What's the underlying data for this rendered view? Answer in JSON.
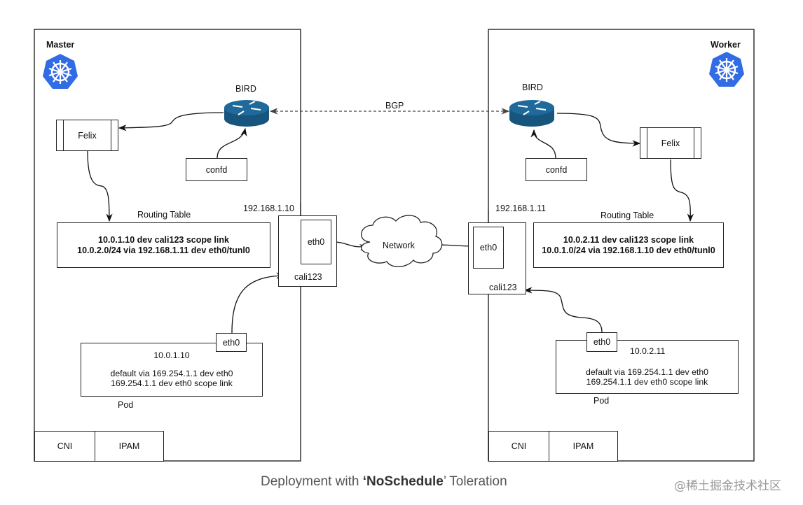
{
  "caption": {
    "prefix": "Deployment with ",
    "quote_open": "‘",
    "emphasis": "NoSchedule",
    "quote_close": "’",
    "suffix": " Toleration"
  },
  "watermark": "@稀土掘金技术社区",
  "colors": {
    "kubernetes_blue": "#326ce5",
    "router_blue": "#1a5f8f",
    "line": "#222222",
    "caption_text": "#555555"
  },
  "link_label": "BGP",
  "network_label": "Network",
  "master": {
    "title": "Master",
    "icon": "kubernetes-helm-icon",
    "bird_label": "BIRD",
    "felix_label": "Felix",
    "confd_label": "confd",
    "routing_table_title": "Routing Table",
    "routing_table_lines": [
      "10.0.1.10 dev cali123 scope link",
      "10.0.2.0/24 via 192.168.1.11 dev eth0/tunl0"
    ],
    "host_ip": "192.168.1.10",
    "nic_eth0": "eth0",
    "nic_cali": "cali123",
    "pod": {
      "icon": "pod-cube-icon",
      "ip": "10.0.1.10",
      "routes": [
        "default via 169.254.1.1 dev eth0",
        "169.254.1.1 dev eth0 scope link"
      ],
      "eth0": "eth0",
      "label": "Pod"
    },
    "cni_label": "CNI",
    "ipam_label": "IPAM"
  },
  "worker": {
    "title": "Worker",
    "icon": "kubernetes-helm-icon",
    "bird_label": "BIRD",
    "felix_label": "Felix",
    "confd_label": "confd",
    "routing_table_title": "Routing Table",
    "routing_table_lines": [
      "10.0.2.11 dev cali123 scope link",
      "10.0.1.0/24 via 192.168.1.10 dev eth0/tunl0"
    ],
    "host_ip": "192.168.1.11",
    "nic_eth0": "eth0",
    "nic_cali": "cali123",
    "pod": {
      "icon": "pod-cube-icon",
      "ip": "10.0.2.11",
      "routes": [
        "default via 169.254.1.1 dev eth0",
        "169.254.1.1 dev eth0 scope link"
      ],
      "eth0": "eth0",
      "label": "Pod"
    },
    "cni_label": "CNI",
    "ipam_label": "IPAM"
  }
}
